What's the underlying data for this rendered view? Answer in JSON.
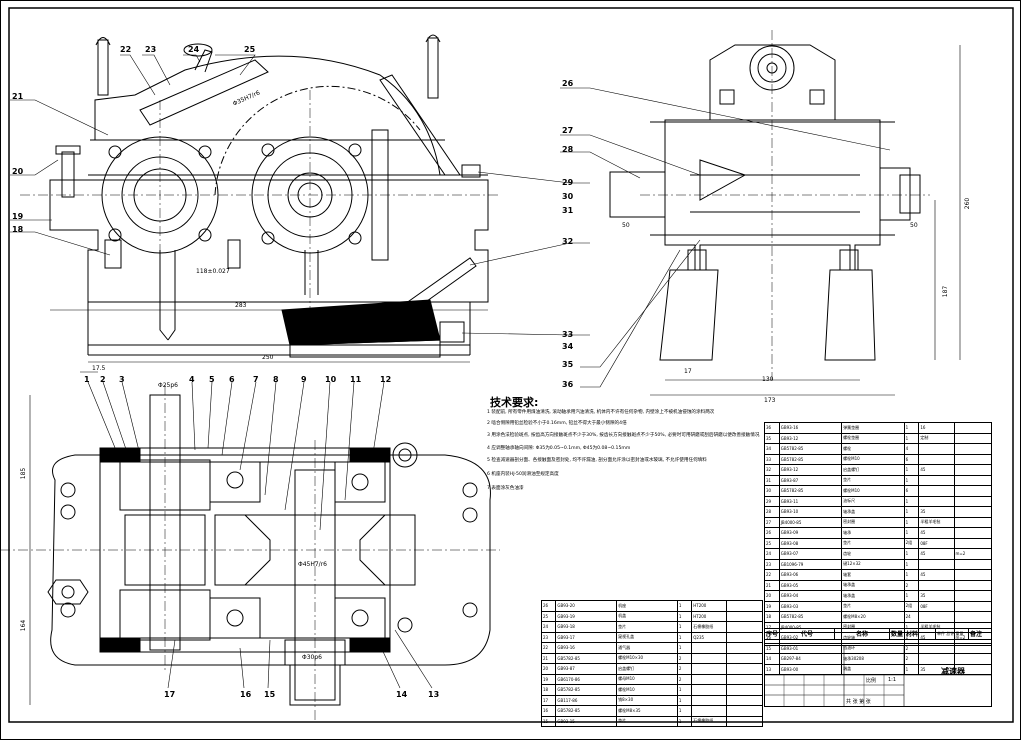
{
  "callouts": {
    "top_view": [
      "22",
      "23",
      "24",
      "25",
      "21",
      "20",
      "19",
      "18",
      "29",
      "30",
      "31",
      "32",
      "33",
      "34"
    ],
    "side_view": [
      "26",
      "27",
      "28",
      "35",
      "36"
    ],
    "plan_view": [
      "1",
      "2",
      "3",
      "4",
      "5",
      "6",
      "7",
      "8",
      "9",
      "10",
      "11",
      "12",
      "17",
      "16",
      "15",
      "14",
      "13"
    ]
  },
  "dimensions": {
    "d_left_tol": "118±0.027",
    "d_top_fit": "Φ35H7/r6",
    "d_283": "283",
    "d_250": "250",
    "d_17_5": "17.5",
    "d_side_50a": "50",
    "d_side_50b": "50",
    "d_side_17": "17",
    "d_side_130": "130",
    "d_side_173": "173",
    "d_side_187": "187",
    "d_side_260": "260",
    "d_plan_185": "185",
    "d_plan_164": "164",
    "d_plan_shaft": "Φ25p6",
    "d_plan_shaft2": "Φ30p6",
    "d_plan_fit": "Φ45H7/r6"
  },
  "requirements": {
    "title": "技术要求:",
    "lines": [
      "1 装配前, 所有零件用煤油清洗, 滚动轴承用汽油清洗, 机体内不许有任何杂物, 内壁涂上不被机油侵蚀的涂料两次",
      "2 啮合侧隙用铅丝检验不小于0.16mm, 铅丝不得大于最小侧隙的4倍",
      "3 用涂色法检验斑点, 按齿高方向接触斑点不少于30%, 按齿长方向接触斑点不少于50%, 必要时可用研磨或刮后研磨以便改善接触情况",
      "4 应调整轴承轴向间隙: Φ35为0.05~0.1mm, Φ45为0.08~0.15mm",
      "5 检查减速器剖分面、各接触面及密封处, 均不许漏油, 剖分面允许涂以密封油或水玻璃, 不允许使用任何填料",
      "6 机座内装HJ-50润滑油至规定高度",
      "7 表面涂灰色油漆"
    ]
  },
  "bom_right": [
    [
      "36",
      "GB93-16",
      "弹簧垫圈",
      "1",
      "16",
      ""
    ],
    [
      "35",
      "GB93-12",
      "螺栓垫圈",
      "1",
      "定制",
      ""
    ],
    [
      "34",
      "GB5782-85",
      "螺栓",
      "4",
      "",
      ""
    ],
    [
      "33",
      "GB5782-85",
      "螺栓M10",
      "6",
      "",
      ""
    ],
    [
      "32",
      "GB93-12",
      "启盖螺钉",
      "1",
      "45",
      ""
    ],
    [
      "31",
      "GB93-87",
      "垫片",
      "1",
      "",
      ""
    ],
    [
      "30",
      "GB5782-85",
      "螺栓M10",
      "6",
      "",
      ""
    ],
    [
      "29",
      "GB93-11",
      "油标尺",
      "1",
      "",
      ""
    ],
    [
      "28",
      "GB93-10",
      "轴承盖",
      "1",
      "35",
      ""
    ],
    [
      "27",
      "JB4000-85",
      "密封圈",
      "1",
      "半粗羊毛毡",
      ""
    ],
    [
      "26",
      "GB93-09",
      "轴承",
      "1",
      "45",
      ""
    ],
    [
      "25",
      "GB93-08",
      "垫片",
      "2组",
      "08F",
      ""
    ],
    [
      "24",
      "GB93-07",
      "齿轮",
      "1",
      "45",
      "m=2"
    ],
    [
      "23",
      "GB1096-79",
      "键12×32",
      "1",
      "",
      ""
    ],
    [
      "22",
      "GB93-06",
      "轴套",
      "1",
      "45",
      ""
    ],
    [
      "21",
      "GB93-05",
      "轴承盖",
      "2",
      "",
      ""
    ],
    [
      "20",
      "GB93-04",
      "轴承盖",
      "1",
      "35",
      ""
    ],
    [
      "19",
      "GB93-03",
      "垫片",
      "2组",
      "08F",
      ""
    ],
    [
      "18",
      "GB5782-85",
      "螺栓M8×20",
      "24",
      "",
      ""
    ],
    [
      "17",
      "JB4000-85",
      "密封圈",
      "1",
      "半粗羊毛毡",
      ""
    ],
    [
      "16",
      "GB93-02",
      "齿轮轴",
      "1",
      "45",
      "m=2"
    ],
    [
      "15",
      "GB93-01",
      "挡油环",
      "2",
      "",
      ""
    ],
    [
      "14",
      "GB297-84",
      "轴承30208",
      "2",
      "",
      ""
    ],
    [
      "13",
      "GB93-00",
      "端盖",
      "1",
      "35",
      ""
    ]
  ],
  "bom_left": [
    [
      "26",
      "GB93-20",
      "机座",
      "1",
      "HT200",
      ""
    ],
    [
      "25",
      "GB93-19",
      "机盖",
      "1",
      "HT200",
      ""
    ],
    [
      "24",
      "GB93-18",
      "垫片",
      "1",
      "石棉橡胶纸",
      ""
    ],
    [
      "23",
      "GB93-17",
      "窥视孔盖",
      "1",
      "Q235",
      ""
    ],
    [
      "22",
      "GB93-16",
      "通气器",
      "1",
      "",
      ""
    ],
    [
      "21",
      "GB5782-85",
      "螺栓M10×30",
      "2",
      "",
      ""
    ],
    [
      "20",
      "GB93-87",
      "启盖螺钉",
      "2",
      "",
      ""
    ],
    [
      "19",
      "GB6170-86",
      "螺母M10",
      "2",
      "",
      ""
    ],
    [
      "18",
      "GB5782-85",
      "螺栓M10",
      "1",
      "",
      ""
    ],
    [
      "17",
      "GB117-86",
      "销8×30",
      "1",
      "",
      ""
    ],
    [
      "16",
      "GB5782-85",
      "螺栓M8×35",
      "1",
      "",
      ""
    ],
    [
      "15",
      "GB93-15",
      "垫片",
      "1",
      "石棉橡胶纸",
      ""
    ]
  ],
  "bom_header": {
    "col1": "序号",
    "col2": "代号",
    "col3": "名称",
    "col4": "数量",
    "col5": "材料",
    "col6": "单件 总计 重量",
    "col7": "备注"
  },
  "title_block": {
    "name": "减速器",
    "scale_label": "比例",
    "scale": "1:1",
    "sheet_label": "共 张 第 张"
  }
}
